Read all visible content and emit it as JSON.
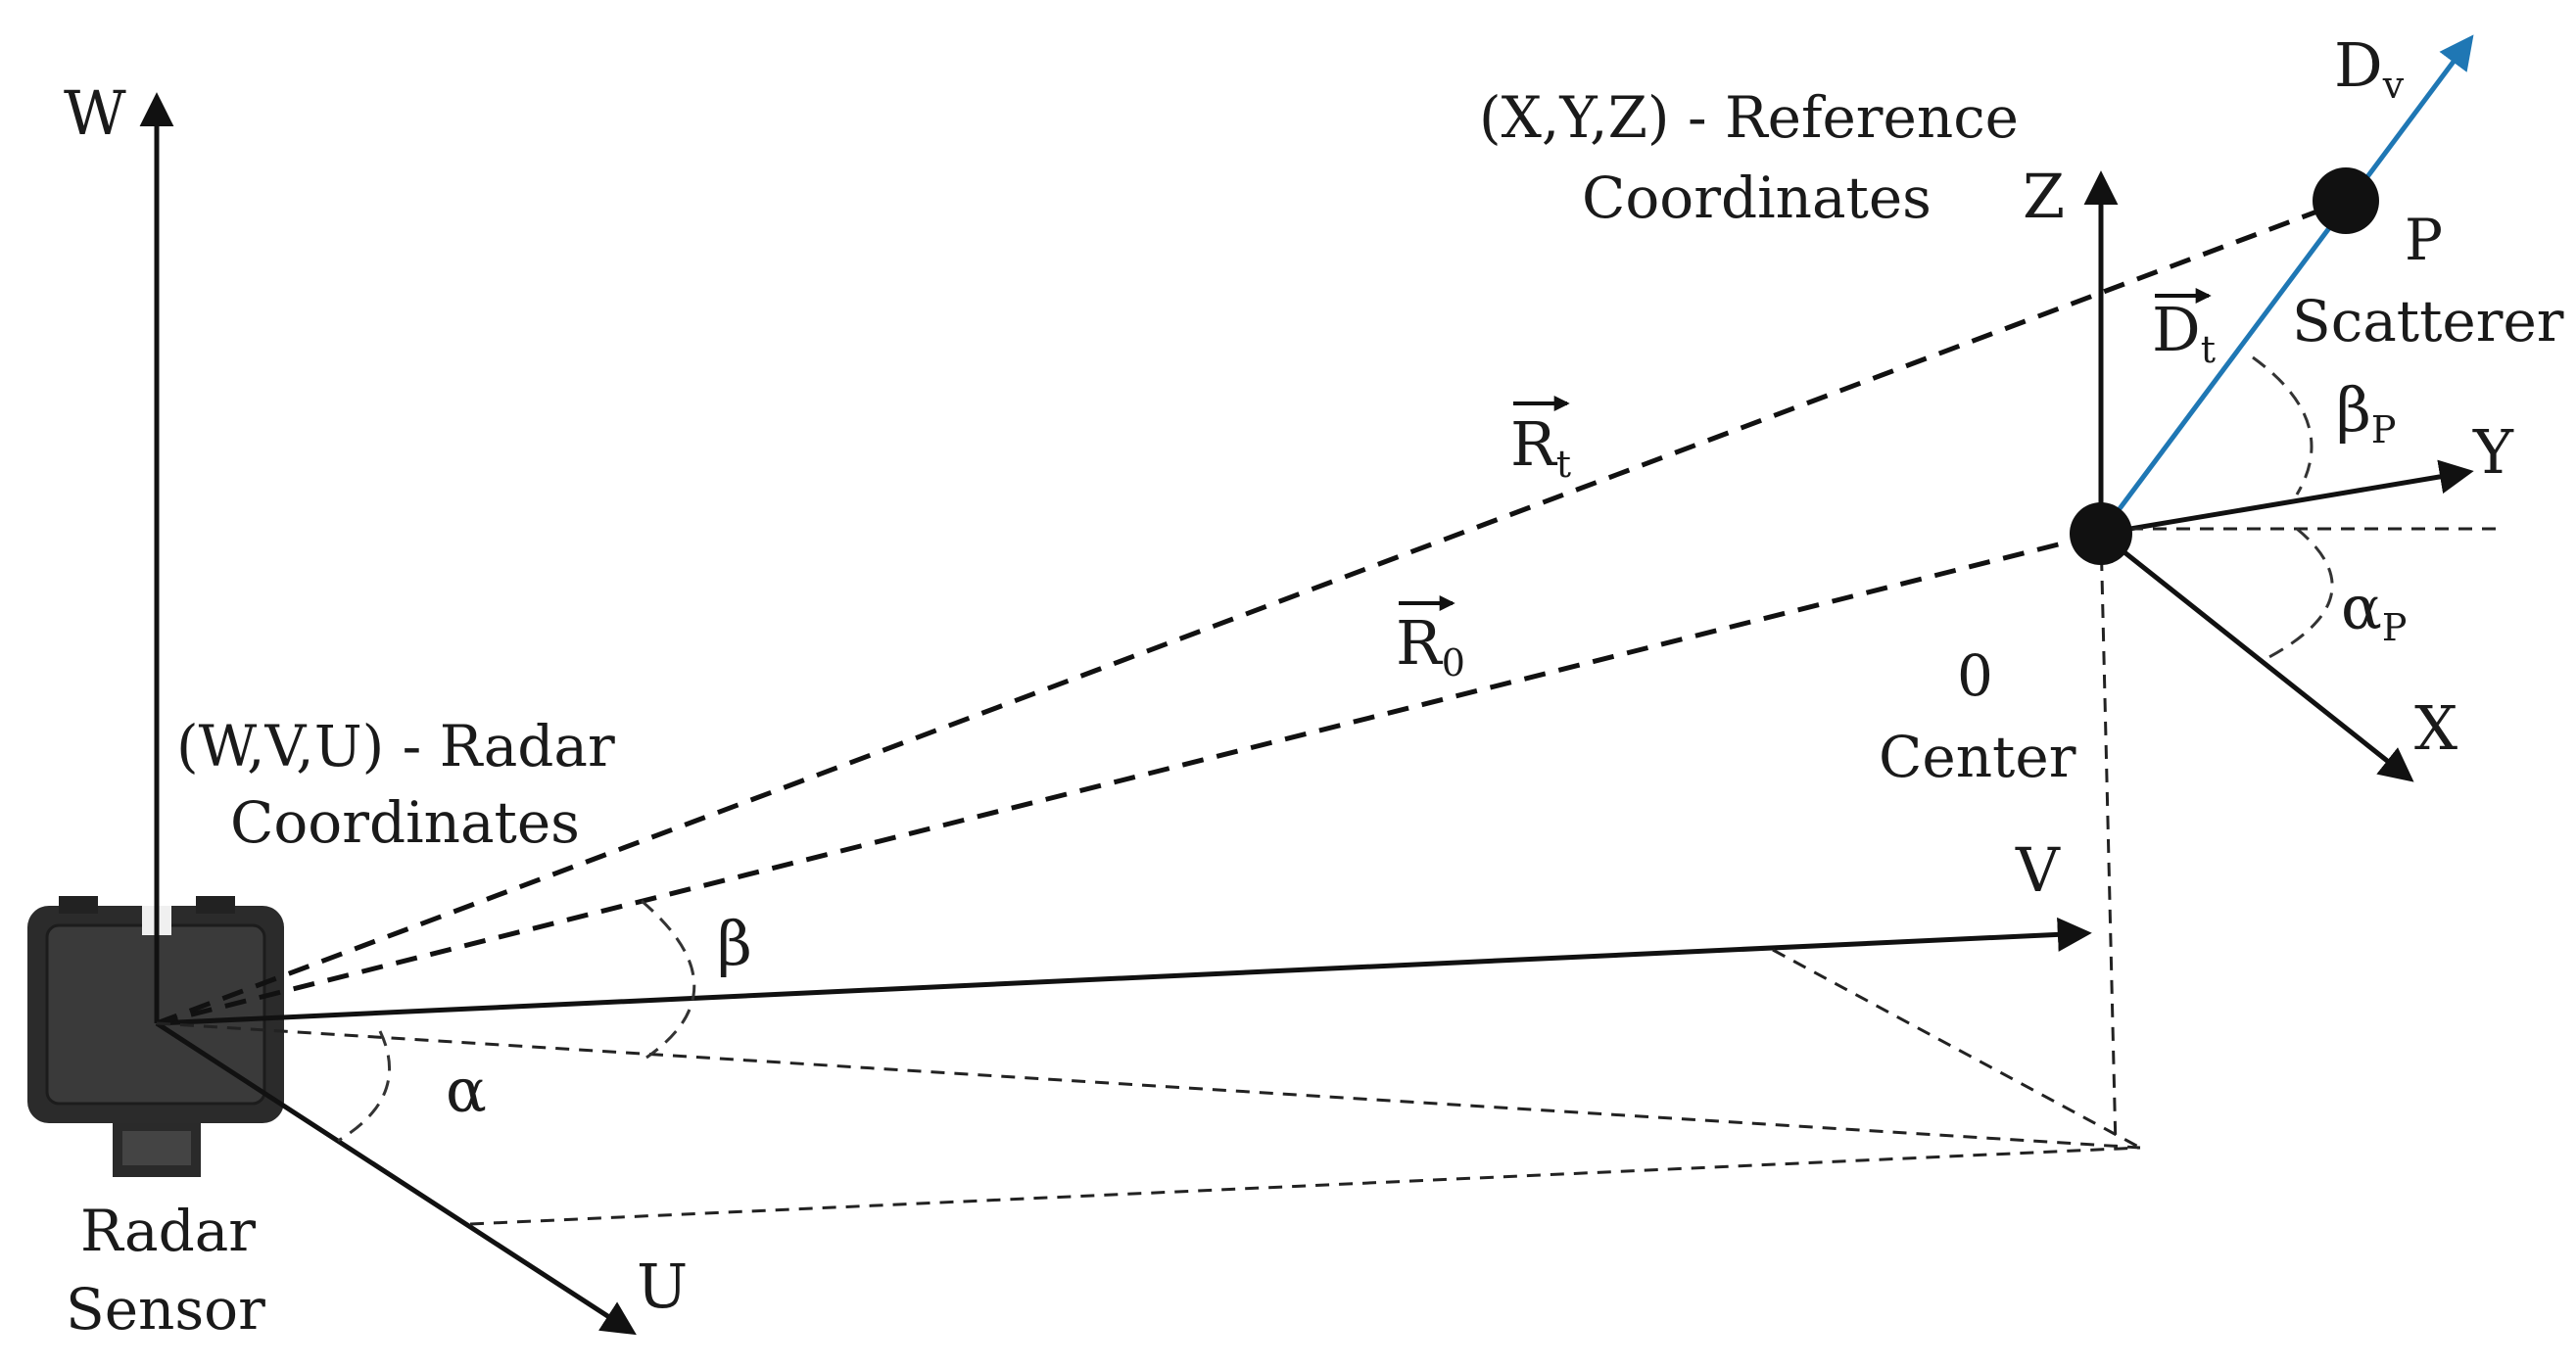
{
  "axes": {
    "W": "W",
    "V": "V",
    "U": "U",
    "Z": "Z",
    "Y": "Y",
    "X": "X"
  },
  "labels": {
    "radar_coords_line1": "(W,V,U) - Radar",
    "radar_coords_line2": "Coordinates",
    "ref_coords_line1": "(X,Y,Z) - Reference",
    "ref_coords_line2": "Coordinates",
    "radar_sensor_line1": "Radar",
    "radar_sensor_line2": "Sensor",
    "center_line1": "0",
    "center_line2": "Center",
    "scatterer_line1": "P",
    "scatterer_line2": "Scatterer"
  },
  "vectors": {
    "Rt_base": "R",
    "Rt_sub": "t",
    "R0_base": "R",
    "R0_sub": "0",
    "Dt_base": "D",
    "Dt_sub": "t",
    "Dv_base": "D",
    "Dv_sub": "v"
  },
  "angles": {
    "alpha": "α",
    "beta": "β",
    "alphaP_base": "α",
    "alphaP_sub": "P",
    "betaP_base": "β",
    "betaP_sub": "P"
  },
  "colors": {
    "ink": "#111111",
    "velocity_vector": "#1f77b4",
    "sensor_body": "#2b2b2b"
  }
}
